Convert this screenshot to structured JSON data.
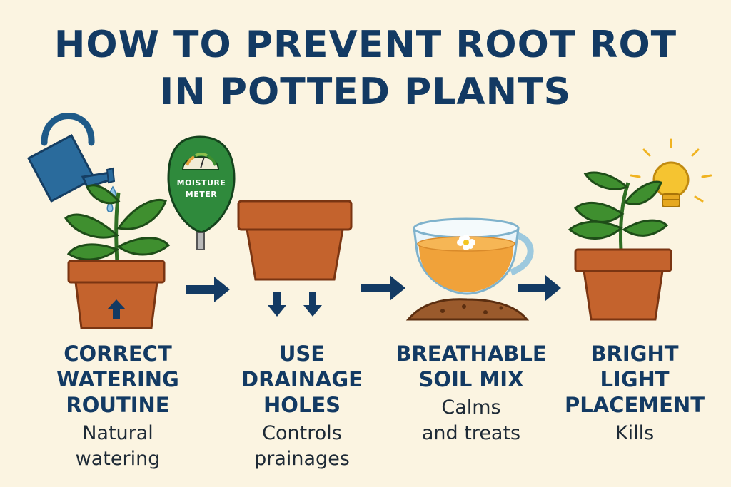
{
  "title": {
    "line1": "HOW TO PREVENT ROOT ROT",
    "line2": "IN POTTED PLANTS"
  },
  "steps": [
    {
      "label_lines": [
        "CORRECT",
        "WATERING",
        "ROUTINE"
      ],
      "desc_lines": [
        "Natural",
        "watering"
      ]
    },
    {
      "label_lines": [
        "USE",
        "DRAINAGE",
        "HOLES"
      ],
      "desc_lines": [
        "Controls",
        "prainages"
      ]
    },
    {
      "label_lines": [
        "BREATHABLE",
        "SOIL MIX"
      ],
      "desc_lines": [
        "Calms",
        "and treats"
      ]
    },
    {
      "label_lines": [
        "BRIGHT",
        "LIGHT",
        "PLACEMENT"
      ],
      "desc_lines": [
        "Kills"
      ]
    }
  ],
  "moisture_meter": {
    "line1": "MOISTURE",
    "line2": "METER"
  },
  "icons": [
    "watering-can-icon",
    "moisture-meter-icon",
    "flower-pot-icon",
    "glass-cup-icon",
    "soil-pile-icon",
    "light-bulb-icon",
    "arrow-right-icon",
    "arrow-down-icon",
    "arrow-up-icon"
  ],
  "colors": {
    "background": "#fbf4e1",
    "title": "#133a63",
    "pot": "#c4632d",
    "leaf": "#3f8f2f",
    "meter": "#2f8a3c",
    "tea": "#f0a23a",
    "bulb": "#f5c431",
    "watering_can": "#2a6b9c"
  }
}
